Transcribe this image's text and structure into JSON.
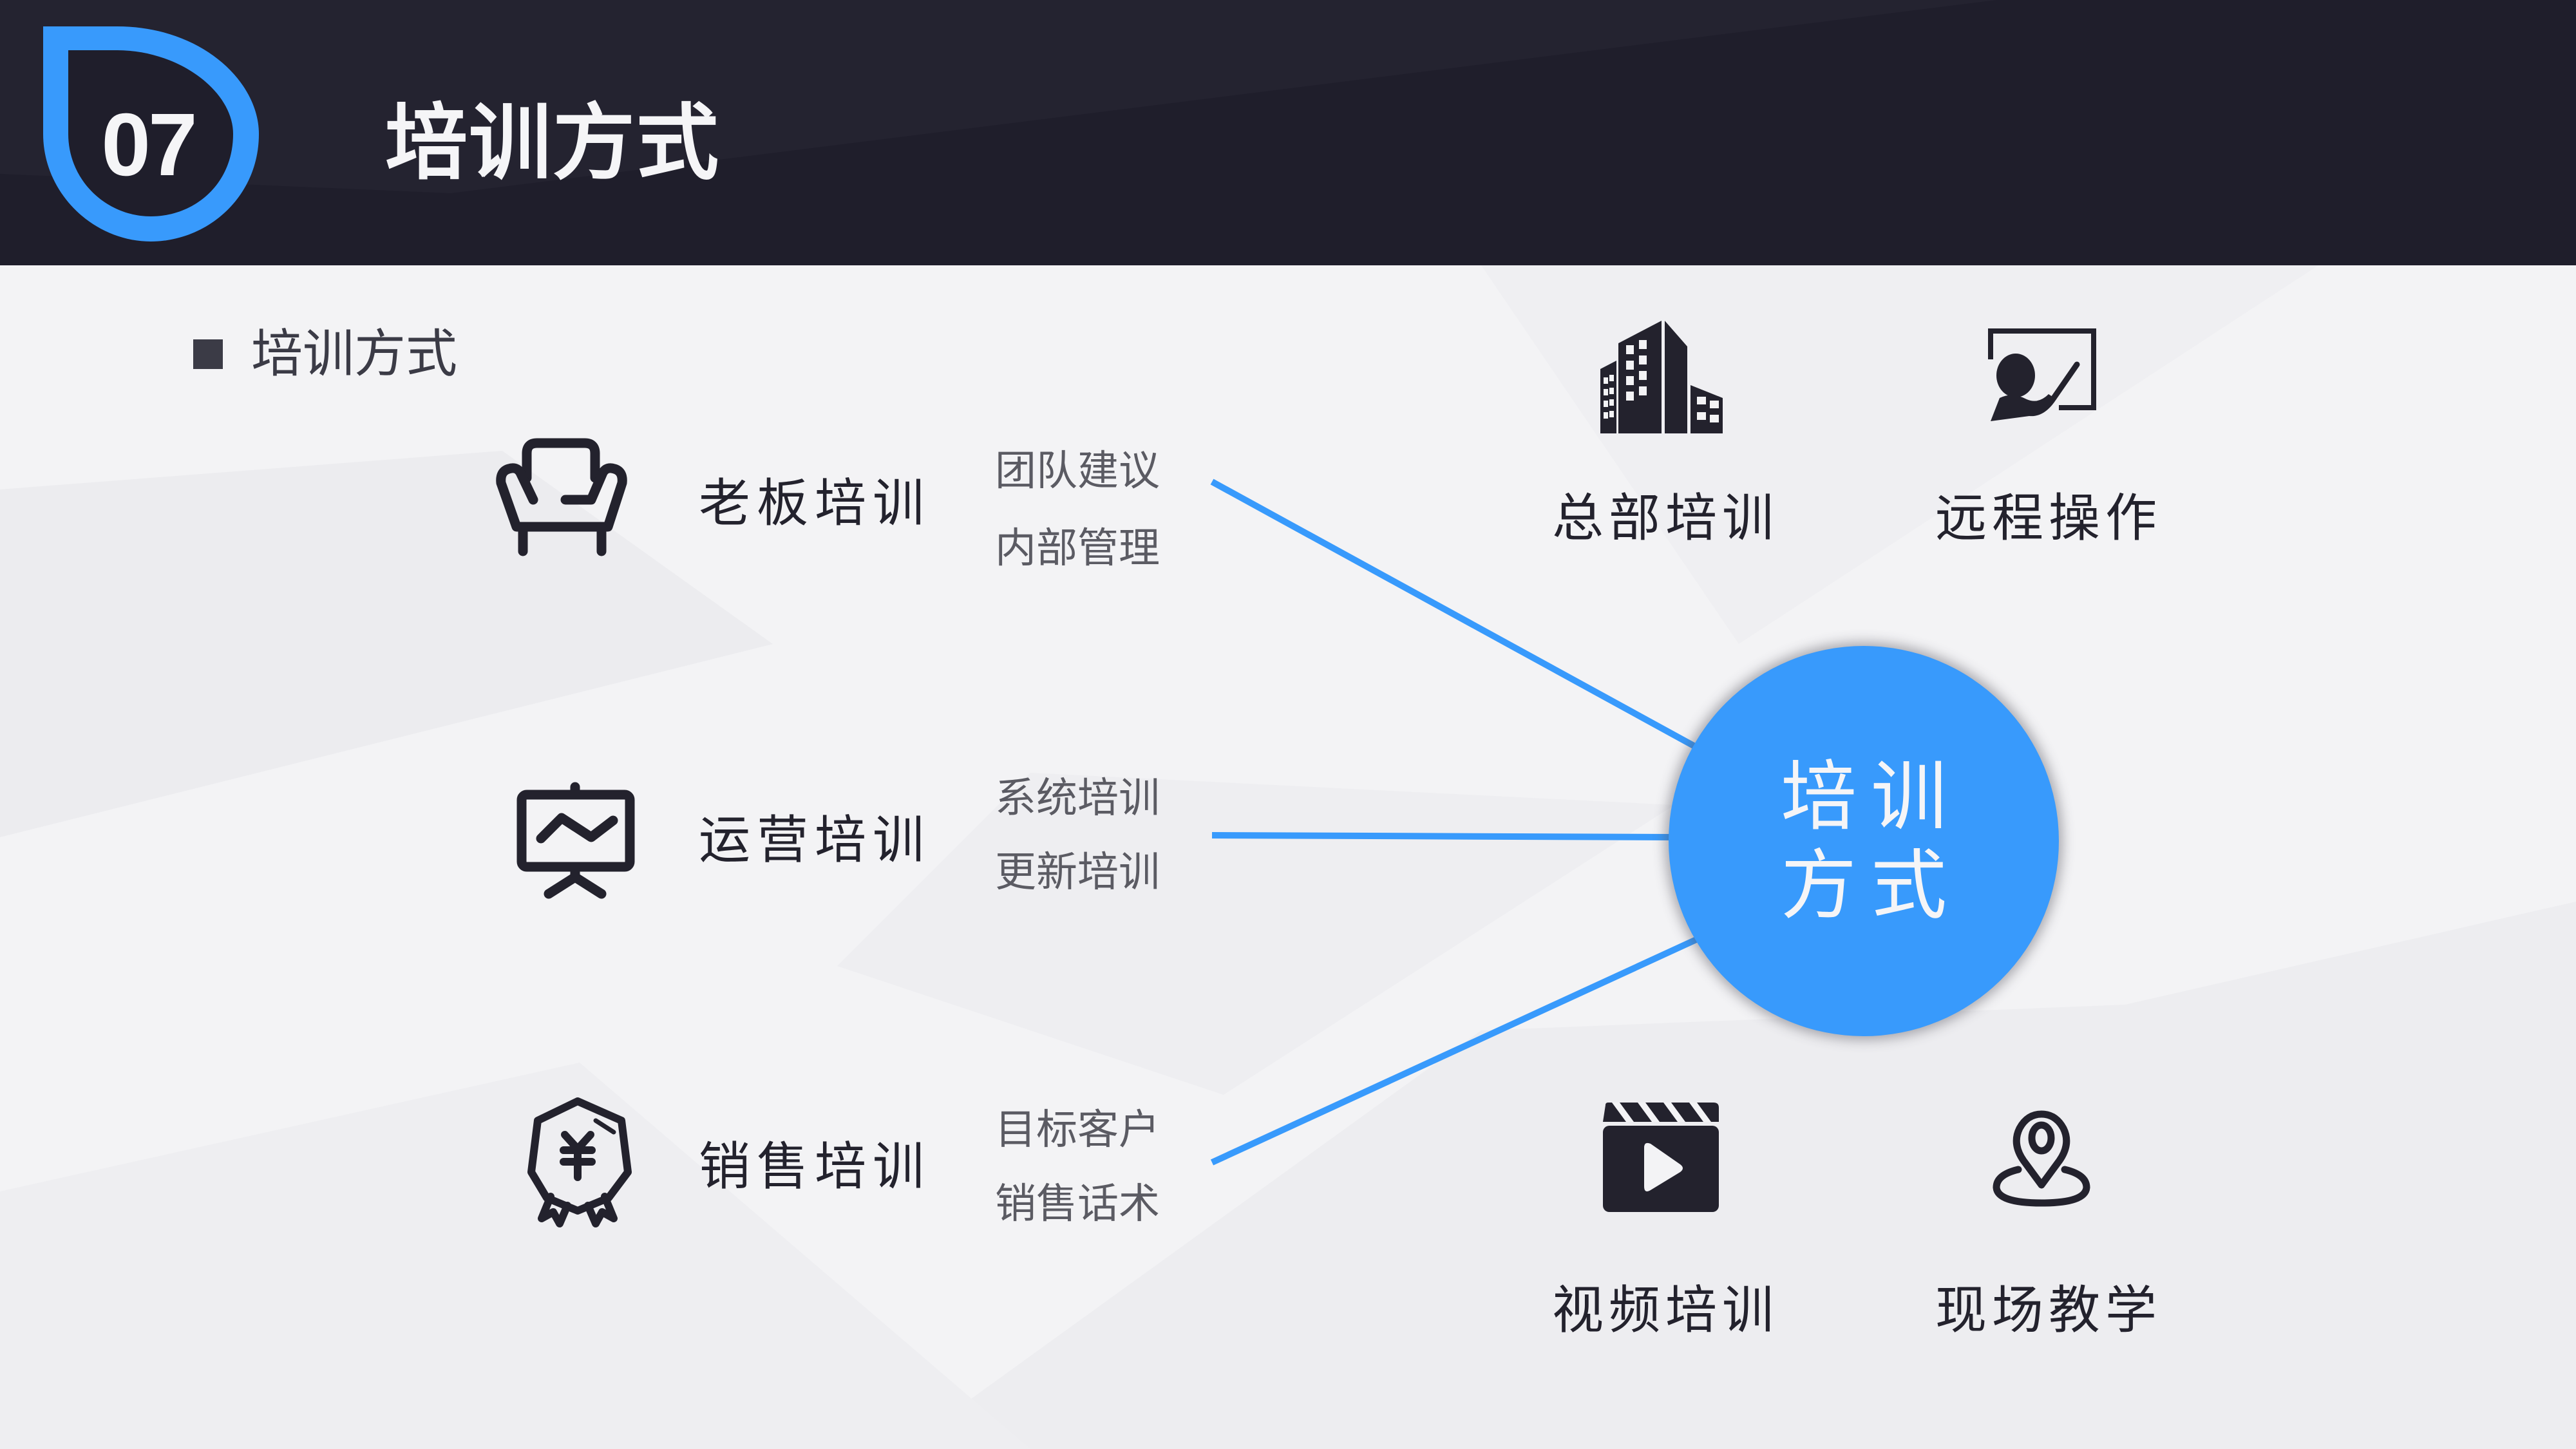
{
  "header": {
    "section_number": "07",
    "title": "培训方式",
    "background_color": "#1f1e2b",
    "accent_color": "#389afc"
  },
  "section_heading": {
    "bullet_icon": "square-bullet-icon",
    "text": "培训方式"
  },
  "left_items": [
    {
      "icon": "armchair-icon",
      "label": "老板培训",
      "details": [
        "团队建议",
        "内部管理"
      ]
    },
    {
      "icon": "presentation-board-icon",
      "label": "运营培训",
      "details": [
        "系统培训",
        "更新培训"
      ]
    },
    {
      "icon": "yuan-badge-icon",
      "label": "销售培训",
      "details": [
        "目标客户",
        "销售话术"
      ]
    }
  ],
  "hub": {
    "lines": [
      "培训",
      "方式"
    ],
    "color": "#389afc"
  },
  "right_items": [
    {
      "icon": "office-building-icon",
      "label": "总部培训"
    },
    {
      "icon": "remote-teacher-icon",
      "label": "远程操作"
    },
    {
      "icon": "video-clapper-icon",
      "label": "视频培训"
    },
    {
      "icon": "location-pin-icon",
      "label": "现场教学"
    }
  ]
}
